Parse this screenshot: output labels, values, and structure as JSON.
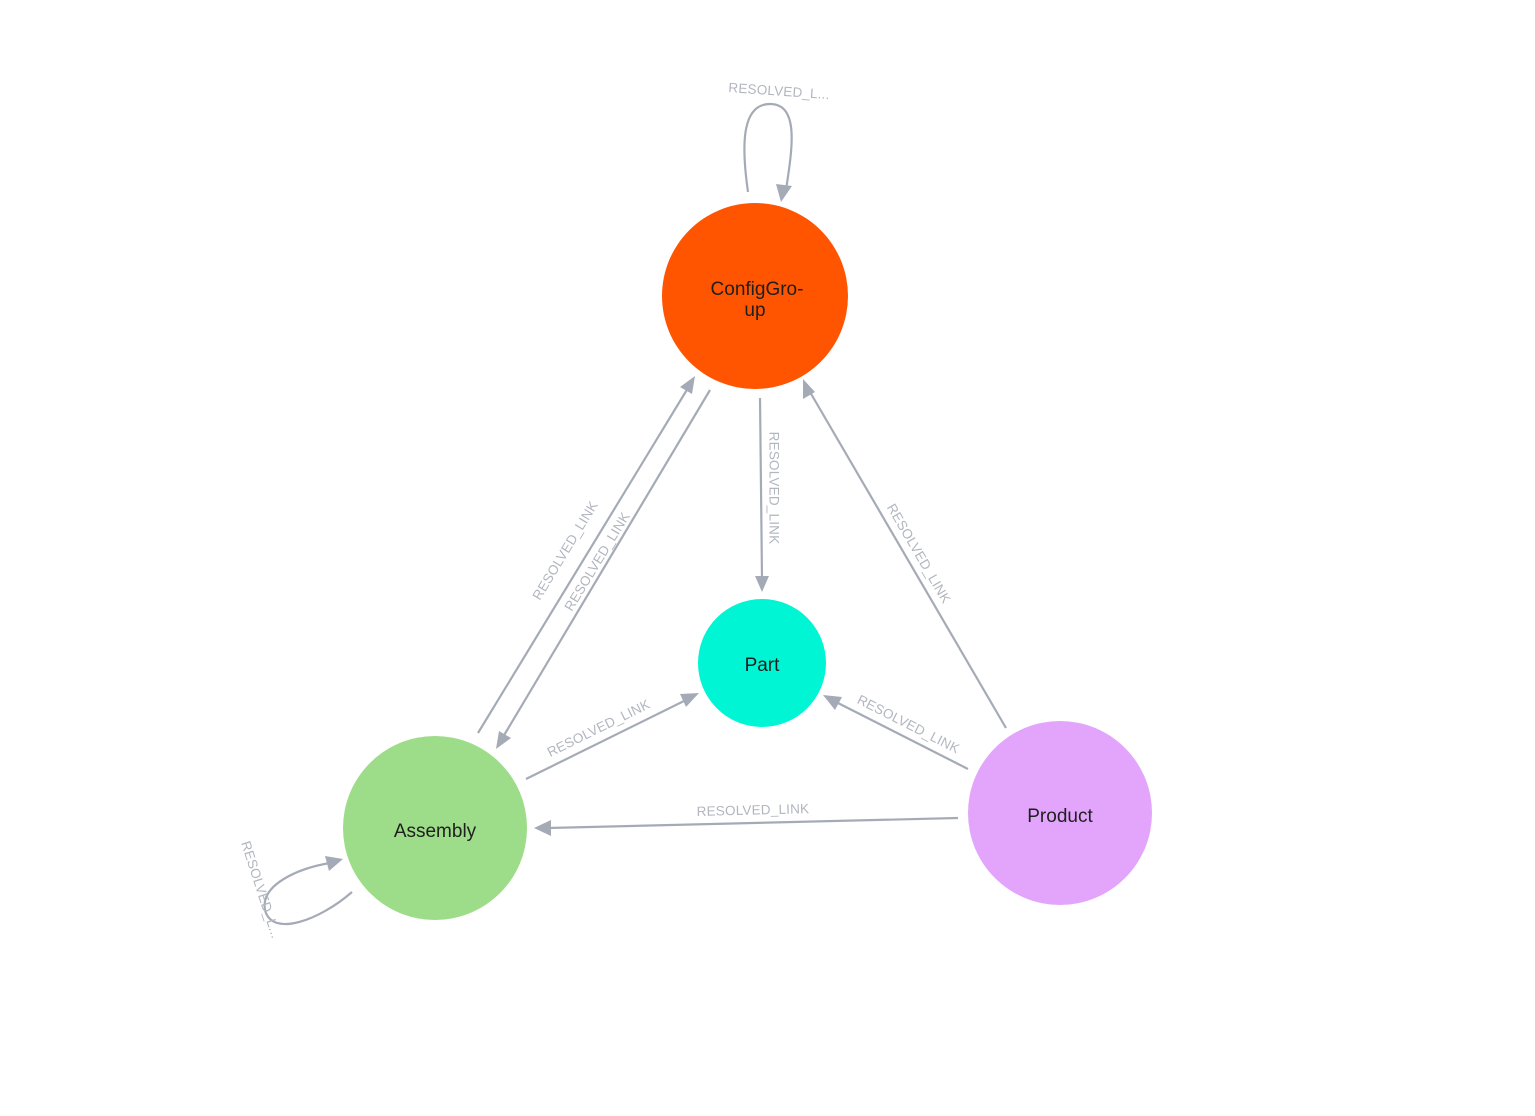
{
  "graph": {
    "nodes": [
      {
        "id": "configgroup",
        "label_line1": "ConfigGro-",
        "label_line2": "up",
        "color": "#ff5500"
      },
      {
        "id": "part",
        "label_line1": "Part",
        "label_line2": "",
        "color": "#00f5d4"
      },
      {
        "id": "assembly",
        "label_line1": "Assembly",
        "label_line2": "",
        "color": "#9ddc88"
      },
      {
        "id": "product",
        "label_line1": "Product",
        "label_line2": "",
        "color": "#e2a5fb"
      }
    ],
    "relationships": [
      {
        "id": "rel-configgroup-self",
        "from": "configgroup",
        "to": "configgroup",
        "label": "RESOLVED_L..."
      },
      {
        "id": "rel-assembly-self",
        "from": "assembly",
        "to": "assembly",
        "label": "RESOLVED_L..."
      },
      {
        "id": "rel-assembly-configgroup",
        "from": "assembly",
        "to": "configgroup",
        "label": "RESOLVED_LINK"
      },
      {
        "id": "rel-configgroup-assembly",
        "from": "configgroup",
        "to": "assembly",
        "label": "RESOLVED_LINK"
      },
      {
        "id": "rel-configgroup-part",
        "from": "configgroup",
        "to": "part",
        "label": "RESOLVED_LINK"
      },
      {
        "id": "rel-product-configgroup",
        "from": "product",
        "to": "configgroup",
        "label": "RESOLVED_LINK"
      },
      {
        "id": "rel-assembly-part",
        "from": "assembly",
        "to": "part",
        "label": "RESOLVED_LINK"
      },
      {
        "id": "rel-product-part",
        "from": "product",
        "to": "part",
        "label": "RESOLVED_LINK"
      },
      {
        "id": "rel-product-assembly",
        "from": "product",
        "to": "assembly",
        "label": "RESOLVED_LINK"
      }
    ]
  }
}
